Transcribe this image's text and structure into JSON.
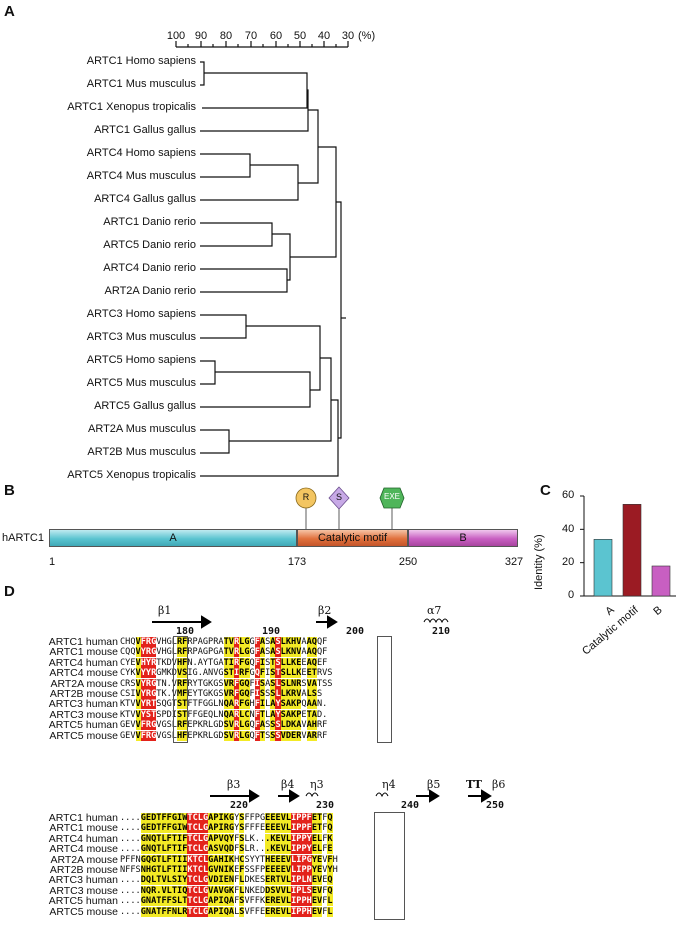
{
  "panels": {
    "a": "A",
    "b": "B",
    "c": "C",
    "d": "D"
  },
  "scale": {
    "ticks": [
      "100",
      "90",
      "80",
      "70",
      "60",
      "50",
      "40",
      "30"
    ],
    "unit": "(%)"
  },
  "tree_leaves": [
    "ARTC1 Homo sapiens",
    "ARTC1 Mus musculus",
    "ARTC1 Xenopus tropicalis",
    "ARTC1 Gallus gallus",
    "ARTC4 Homo sapiens",
    "ARTC4 Mus musculus",
    "ARTC4 Gallus gallus",
    "ARTC1 Danio rerio",
    "ARTC5 Danio rerio",
    "ARTC4 Danio rerio",
    "ART2A Danio rerio",
    "ARTC3 Homo sapiens",
    "ARTC3 Mus musculus",
    "ARTC5 Homo sapiens",
    "ARTC5 Mus musculus",
    "ARTC5 Gallus gallus",
    "ART2A Mus musculus",
    "ART2B Mus musculus",
    "ARTC5 Xenopus tropicalis"
  ],
  "domain_map": {
    "protein": "hARTC1",
    "domains": [
      "A",
      "Catalytic motif",
      "B"
    ],
    "motifs": [
      "R",
      "S",
      "EXE"
    ],
    "positions": [
      "1",
      "173",
      "250",
      "327"
    ],
    "colors": {
      "A": "#5bc4d0",
      "catalytic": "#e0703c",
      "B": "#c85fc2",
      "R": "#f3c561",
      "S": "#c7a9e6",
      "EXE": "#4fb55a"
    }
  },
  "chart_data": {
    "type": "bar",
    "categories": [
      "A",
      "Catalytic motif",
      "B"
    ],
    "values": [
      34,
      55,
      18
    ],
    "ylabel": "Identity (%)",
    "ylim": [
      0,
      60
    ],
    "yticks": [
      "0",
      "20",
      "40",
      "60"
    ],
    "colors": [
      "#5bc4d0",
      "#9b1b23",
      "#c85fc2"
    ]
  },
  "alignment": {
    "names": [
      "ARTC1 human",
      "ARTC1 mouse",
      "ARTC4 human",
      "ARTC4 mouse",
      "ART2A mouse",
      "ART2B mouse",
      "ARTC3 human",
      "ARTC3 mouse",
      "ARTC5 human",
      "ARTC5 mouse"
    ],
    "block1": {
      "ss": [
        "β1",
        "β2",
        "α7"
      ],
      "numbers": [
        "180",
        "190",
        "200",
        "210"
      ],
      "seqs": [
        "CHQVFRGVHGLRFRPAGPRATVRLGGFASASLKHVAAQQF",
        "CQQVYRGVHGLRFRPAGPGATVRLGGFASASLKNVAAQQF",
        "CYEVHYRTKDVHFN.AYTGATIRFGQFISTSLLKEEAQEF",
        "CYKVYYRGMKDVSIG.ANVGSTIRFGQFISTSLLKEETRVS",
        "CRSVYRGTN.VRFRYTGKGSVRFGQFISASLSLNRSVATSS",
        "CSIVYRGTK.VMFEYTGKGSVRFGQFISSSLLKRVALSS",
        "KTVVYRTSQGTSTFTFGGLNQARFGHFILAYSAKPQAAN.",
        "KTVVYSTSPDISTFFGEQLNQARLCNFTLAYSAKPETAD.",
        "GEVVFRGVGSLRFEPKRLGDSVRLGQFASSSLDKAVAHRF",
        "GEVVFRGVGSLHFEPKRLGDSVRLGQFTSSSVDERVARRF"
      ]
    },
    "block2": {
      "ss": [
        "β3",
        "β4",
        "η3",
        "η4",
        "β5",
        "TT",
        "β6"
      ],
      "numbers": [
        "220",
        "230",
        "240",
        "250"
      ],
      "seqs": [
        "....GEDTFFGIWTCLGAPIKGYSFFPGEEEVLIPPFETFQ",
        "....GEDTFFGIWTCLGAPIRGYSFFFEEEEVLIPPFETFQ",
        "....GNQTLFTIFTCLGAPVQYFSLK...KEVLIPPYELFK",
        "....GNQTLFTIFTCLGASVQDFSLR...KEVLIPPYELFE",
        "PFFNGQGTLFTIIKTCLGAHIKHCSYYTHEEEVLIPGYEVFH",
        "NFFSNHGTLFTIIKTCLGVNIKEFSSFPEEEEVLIPPYEVYH",
        "....DQLTVLSIYTCLGVDIENFLDKESERTVLIPLNEVEQ",
        "....NQR.VLTIQTCLGVAVGKFLNKEDDSVVLIPLSEVFQ",
        "....GNATFFSLTTCLGAPIQAFSVFFKEREVLIPPHEVFL",
        "....GNATFFNLRTCLGAPIQALSVFFEEREVLIPPHEVFL"
      ]
    }
  }
}
